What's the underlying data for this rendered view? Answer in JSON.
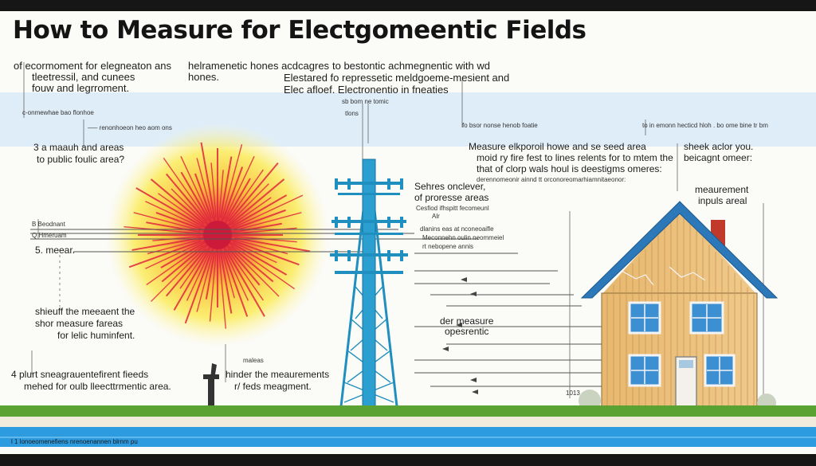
{
  "title": "How to Measure  for Electgomeentic Fields",
  "text": {
    "header_left_1": "of ecormoment for elegneaton ans",
    "header_left_2": "tleetressil, and cunees",
    "header_left_3": "fouw and legrroment.",
    "header_mid_1": "helramenetic hones acdcagres",
    "header_mid_2": "hones.",
    "header_right_1": "to bestontic achmegnentic with wd",
    "header_right_2": "Elestared fo repressetic meldgoeme-mesient  and",
    "header_right_3": "Elec afloef. Electronentio in fneaties",
    "band_small_1": "sb bom ne tomic",
    "band_small_2": "tlons",
    "band_left_1": "c-onmewhae bao flonhoe",
    "band_left_2": "—– renonhoeon heo aom ons",
    "band_mid": "fo  bsor nonse henob foatie",
    "band_right": "to  in emonn hecticd hloh  .   bo  ome bine tr  bm",
    "sun_note_1": "3 a maauh and areas",
    "sun_note_2": "to public foulic area?",
    "left_small_1": "B  Beodnant",
    "left_small_2": "Q  Hmeruam",
    "left_meas": "5. meear.",
    "left_bottom_1": "shieuff the meeaent the",
    "left_bottom_2": "shor measure fareas",
    "left_bottom_3": "for lelic huminfent.",
    "bottom_left_1": "4  plurt sneagrauentefirent fieeds",
    "bottom_left_2": "mehed for oulb lleecttrmentic area.",
    "tower_note_small": "maleas",
    "tower_bottom_1": "hinder the meaurements",
    "tower_bottom_2": "r/ feds meagment.",
    "mid_note_1": "Sehres onclever,",
    "mid_note_2": "of proresse areas",
    "mid_note_3": "Cesfiod ifhspitt fecomeunl",
    "mid_note_4": "Alr",
    "mid_list_1": "dlanins eas  at nconeoaifle",
    "mid_list_2": "Meconnehn  oulin neommeiel",
    "mid_list_3": "rt nebopene annis",
    "right_block_1": "Measure elkporoil howe and se seed   area",
    "right_block_2": "moid ry fire fest to lines relents for to mtem the",
    "right_block_3": "that of clorp wals houl is deestigms omeres:",
    "right_block_4": "derennomeonir ainnd tt orconoreomarhiamnitaeonor:",
    "house_note_1": "sheek  aclor you.",
    "house_note_2": "beicagnt omeer:",
    "house_note_3": "meaurement",
    "house_note_4": "inpuls areal",
    "der_measure_1": "der measure",
    "der_measure_2": "opesrentic",
    "scale_label": "1013",
    "bottom_caption": "l  1 lonoeomenefiens nrenoenannen  blrnm pu"
  },
  "colors": {
    "sun_core": "#e0283c",
    "sun_glow": "#f6e64e",
    "tower": "#1f8fbf",
    "house_wall": "#e9bf78",
    "roof": "#2d78b8",
    "window": "#3c8fd1",
    "chimney": "#c0392b",
    "ground": "#5aa332",
    "river": "#2c9be0"
  }
}
